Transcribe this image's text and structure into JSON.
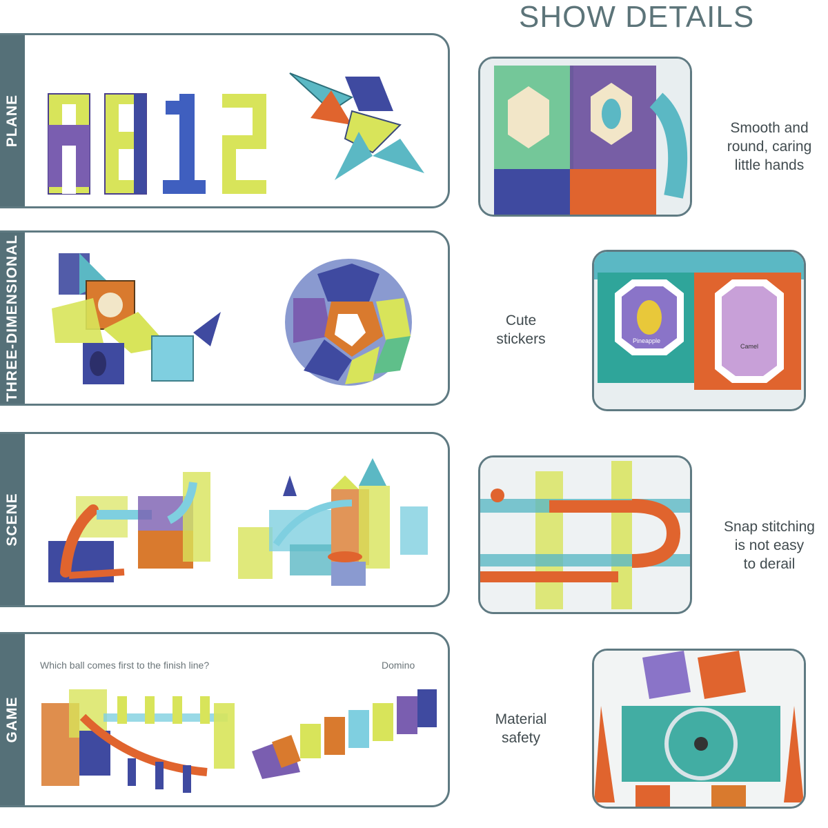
{
  "header": {
    "title": "SHOW DETAILS"
  },
  "panels": [
    {
      "tab": "PLANE",
      "letters": [
        "A",
        "B",
        "1",
        "2"
      ]
    },
    {
      "tab": "THREE-DIMENSIONAL"
    },
    {
      "tab": "SCENE"
    },
    {
      "tab": "GAME",
      "left_text": "Which ball comes first to the finish line?",
      "right_text": "Domino"
    }
  ],
  "details": [
    {
      "lines": [
        "Smooth and",
        "round, caring",
        "little hands"
      ]
    },
    {
      "lines": [
        "Cute",
        "stickers"
      ],
      "sticker_labels": [
        "Pineapple",
        "Camel"
      ]
    },
    {
      "lines": [
        "Snap stitching",
        "is not easy",
        "to derail"
      ]
    },
    {
      "lines": [
        "Material",
        "safety"
      ]
    }
  ],
  "colors": {
    "accent": "#557078",
    "border": "#5f7a82",
    "title": "#5c7479"
  }
}
